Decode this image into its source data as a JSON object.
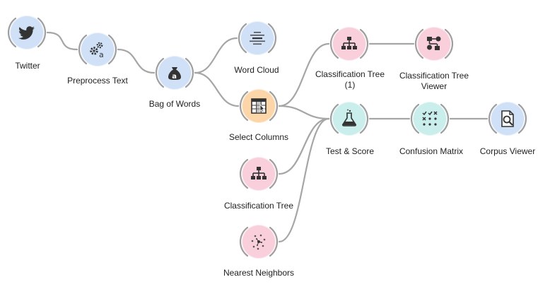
{
  "palette": {
    "blue": "#cfe0f7",
    "pink": "#f9cfdc",
    "orange": "#fcd5a8",
    "teal": "#c9eeec",
    "link": "#a6a6a6",
    "ring": "#9e9e9e"
  },
  "widgets": [
    {
      "id": "twitter",
      "label": "Twitter",
      "icon": "twitter-bird-icon",
      "color": "blue"
    },
    {
      "id": "preprocess",
      "label": "Preprocess Text",
      "icon": "gears-text-icon",
      "color": "blue"
    },
    {
      "id": "bow",
      "label": "Bag of Words",
      "icon": "word-bag-icon",
      "color": "blue"
    },
    {
      "id": "wordcloud",
      "label": "Word Cloud",
      "icon": "word-cloud-icon",
      "color": "blue"
    },
    {
      "id": "selectcols",
      "label": "Select Columns",
      "icon": "select-columns-icon",
      "color": "orange"
    },
    {
      "id": "ctree1",
      "label": "Classification Tree\n(1)",
      "icon": "tree-icon",
      "color": "pink"
    },
    {
      "id": "ctviewer",
      "label": "Classification Tree\nViewer",
      "icon": "tree-viewer-icon",
      "color": "pink"
    },
    {
      "id": "testscore",
      "label": "Test & Score",
      "icon": "flask-icon",
      "color": "teal"
    },
    {
      "id": "confusion",
      "label": "Confusion Matrix",
      "icon": "confusion-matrix-icon",
      "color": "teal"
    },
    {
      "id": "corpusviewer",
      "label": "Corpus Viewer",
      "icon": "document-search-icon",
      "color": "blue"
    },
    {
      "id": "ctree",
      "label": "Classification Tree",
      "icon": "tree-icon",
      "color": "pink"
    },
    {
      "id": "knn",
      "label": "Nearest Neighbors",
      "icon": "nearest-neighbors-icon",
      "color": "pink"
    }
  ],
  "links": [
    {
      "from": "twitter",
      "to": "preprocess"
    },
    {
      "from": "preprocess",
      "to": "bow"
    },
    {
      "from": "bow",
      "to": "wordcloud"
    },
    {
      "from": "bow",
      "to": "selectcols"
    },
    {
      "from": "selectcols",
      "to": "ctree1"
    },
    {
      "from": "selectcols",
      "to": "testscore"
    },
    {
      "from": "ctree1",
      "to": "ctviewer"
    },
    {
      "from": "ctree",
      "to": "testscore"
    },
    {
      "from": "knn",
      "to": "testscore"
    },
    {
      "from": "testscore",
      "to": "confusion"
    },
    {
      "from": "confusion",
      "to": "corpusviewer"
    }
  ]
}
